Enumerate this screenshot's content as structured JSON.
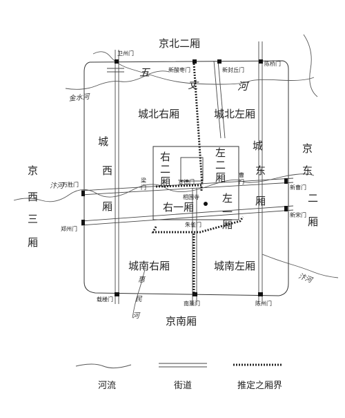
{
  "regions": {
    "north_outer": "京北二厢",
    "south_outer": "京南厢",
    "west_outer": [
      "京",
      "西",
      "三",
      "厢"
    ],
    "east_outer": [
      "京",
      "东",
      "二",
      "厢"
    ],
    "north_right": "城北右厢",
    "north_left": "城北左厢",
    "west_city": [
      "城",
      "西",
      "厢"
    ],
    "east_city": [
      "城",
      "东",
      "厢"
    ],
    "right_two": [
      "右",
      "二",
      "厢"
    ],
    "left_two": [
      "左",
      "二",
      "厢"
    ],
    "right_one": "右一厢",
    "left_one": [
      "左",
      "一",
      "厢"
    ],
    "south_right": "城南右厢",
    "south_left": "城南左厢"
  },
  "gates": {
    "wei": "卫州门",
    "xin_suanzao": "新酸枣门",
    "xin_fengqiu": "新封丘门",
    "chenqiao": "陈桥门",
    "wansheng": "万胜门",
    "liang": [
      "梁",
      "门"
    ],
    "xuande": "宣德门",
    "cao": [
      "曹",
      "门"
    ],
    "xin_cao": "新曹门",
    "zheng": "郑州门",
    "zhuque": "朱雀门",
    "xin_song": "新宋门",
    "dailou": "载楼门",
    "nanxun": "南薰门",
    "chenzhou": "陈州门"
  },
  "temple": "相国寺",
  "rivers": {
    "wuzhang": [
      "五",
      "丈",
      "河"
    ],
    "jinshui": "金水河",
    "bian_west": "汴河",
    "bian_east": "汴河",
    "huimin": [
      "惠",
      "民",
      "河"
    ]
  },
  "legend": {
    "river": "河流",
    "street": "街道",
    "boundary": "推定之厢界"
  }
}
